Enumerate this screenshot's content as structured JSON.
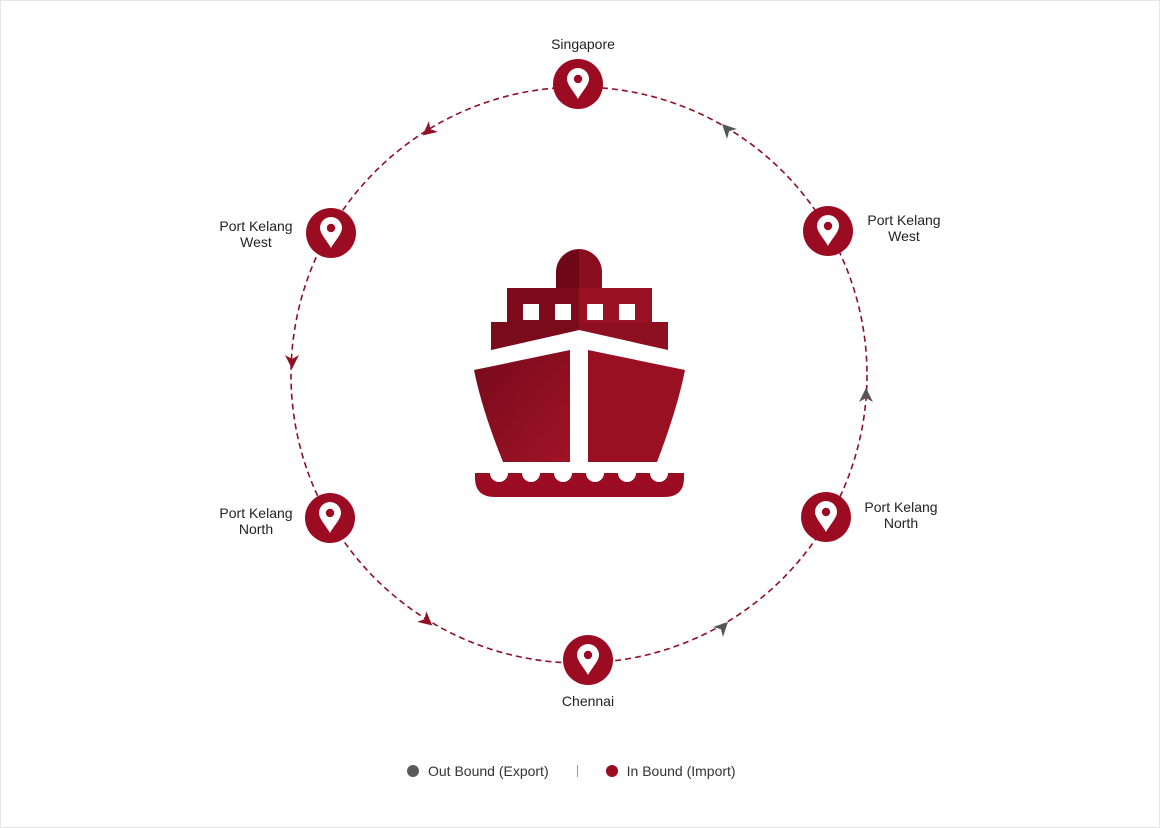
{
  "colors": {
    "route": "#8f0f25",
    "pin_fill": "#9b0c22",
    "outbound_arrow": "#555555",
    "inbound_arrow": "#8f0f25",
    "ship_dark": "#760a1b",
    "ship_light": "#a01326"
  },
  "center_icon": "ship-icon",
  "ports": {
    "top": {
      "name": "Singapore",
      "icon": "location-pin-icon"
    },
    "upper_right": {
      "line1": "Port Kelang",
      "line2": "West",
      "icon": "location-pin-icon"
    },
    "lower_right": {
      "line1": "Port Kelang",
      "line2": "North",
      "icon": "location-pin-icon"
    },
    "bottom": {
      "name": "Chennai",
      "icon": "location-pin-icon"
    },
    "lower_left": {
      "line1": "Port Kelang",
      "line2": "North",
      "icon": "location-pin-icon"
    },
    "upper_left": {
      "line1": "Port Kelang",
      "line2": "West",
      "icon": "location-pin-icon"
    }
  },
  "legend": {
    "outbound": {
      "label": "Out Bound (Export)",
      "color": "#5a5a5a"
    },
    "inbound": {
      "label": "In Bound (Import)",
      "color": "#9b0c22"
    }
  }
}
